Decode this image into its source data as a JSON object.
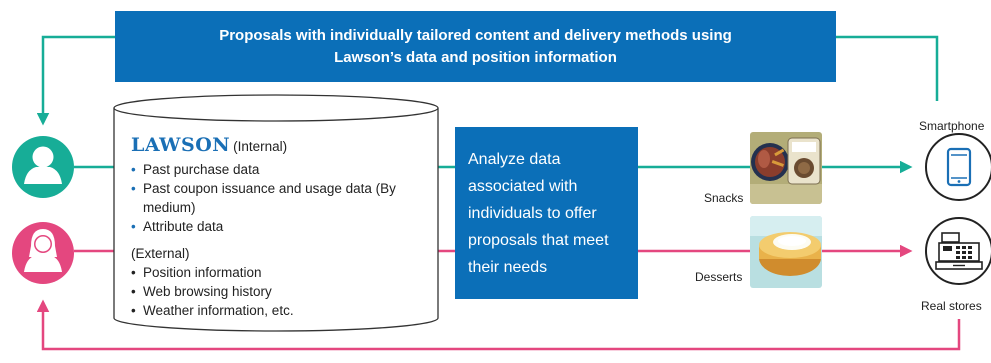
{
  "banner": {
    "line1": "Proposals with individually tailored content and delivery methods using",
    "line2": "Lawson’s data and position information"
  },
  "database": {
    "brand": "LAWSON",
    "brand_note": "(Internal)",
    "internal_items": [
      "Past purchase data",
      "Past coupon issuance and usage data (By medium)",
      "Attribute data"
    ],
    "external_heading": "(External)",
    "external_items": [
      "Position information",
      "Web browsing history",
      "Weather information, etc."
    ]
  },
  "analysis": {
    "text": "Analyze data associated with individuals to offer proposals that meet their needs"
  },
  "products": {
    "snacks": "Snacks",
    "desserts": "Desserts"
  },
  "channels": {
    "smartphone": "Smartphone",
    "real_stores": "Real stores"
  },
  "colors": {
    "teal": "#17ad97",
    "pink": "#e4477f",
    "blue": "#0b6fb8",
    "brand_blue": "#1a6fb5"
  },
  "icons": {
    "customer_1": "person-icon",
    "customer_2": "person-icon",
    "smartphone": "smartphone-icon",
    "store": "cash-register-icon"
  }
}
